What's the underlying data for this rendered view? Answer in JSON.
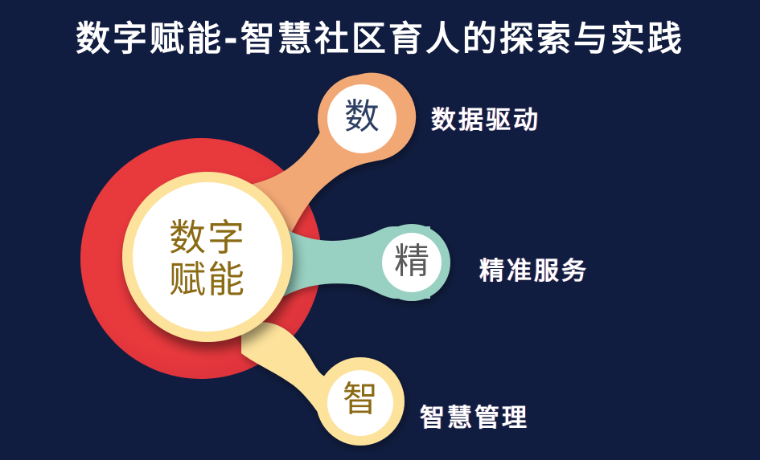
{
  "title": "数字赋能-智慧社区育人的探索与实践",
  "center": {
    "line1": "数字",
    "line2": "赋能"
  },
  "branches": [
    {
      "char": "数",
      "label": "数据驱动",
      "color": "#f2a875",
      "char_color": "#2d3f63"
    },
    {
      "char": "精",
      "label": "精准服务",
      "color": "#98d0c1",
      "char_color": "#5a5a5a"
    },
    {
      "char": "智",
      "label": "智慧管理",
      "color": "#fce29b",
      "char_color": "#8a6a14"
    }
  ],
  "colors": {
    "background": "#111d40",
    "outer_ring": "#e8393d",
    "inner_ring": "#fce29b",
    "node_fill": "#ffffff"
  }
}
